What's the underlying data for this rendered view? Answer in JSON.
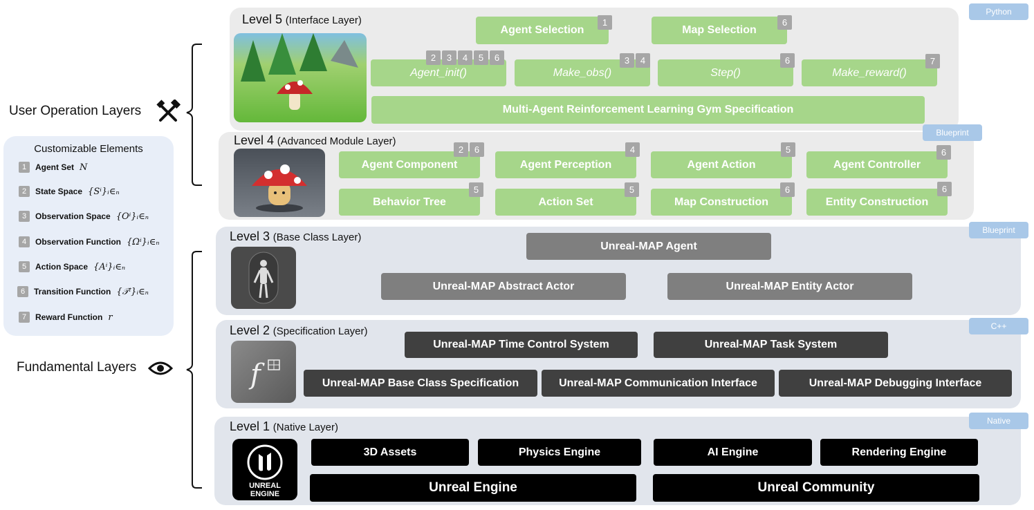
{
  "side": {
    "user_layers": "User Operation Layers",
    "fundamental_layers": "Fundamental Layers"
  },
  "legend": {
    "title": "Customizable Elements",
    "items": [
      {
        "num": "1",
        "label": "Agent Set",
        "sym": "N"
      },
      {
        "num": "2",
        "label": "State Space",
        "sym": "{Sⁱ}ᵢ∈ₙ"
      },
      {
        "num": "3",
        "label": "Observation Space",
        "sym": "{Oⁱ}ᵢ∈ₙ"
      },
      {
        "num": "4",
        "label": "Observation Function",
        "sym": "{Ωⁱ}ᵢ∈ₙ"
      },
      {
        "num": "5",
        "label": "Action Space",
        "sym": "{Aⁱ}ᵢ∈ₙ"
      },
      {
        "num": "6",
        "label": "Transition Function",
        "sym": "{𝒯ⁱ}ᵢ∈ₙ"
      },
      {
        "num": "7",
        "label": "Reward Function",
        "sym": "r"
      }
    ]
  },
  "level5": {
    "level": "Level 5",
    "name": "(Interface Layer)",
    "tag": "Python",
    "agent_selection": "Agent Selection",
    "agent_selection_badges": [
      "1"
    ],
    "map_selection": "Map Selection",
    "map_selection_badges": [
      "6"
    ],
    "agent_init": "Agent_init()",
    "agent_init_badges": [
      "2",
      "3",
      "4",
      "5",
      "6"
    ],
    "make_obs": "Make_obs()",
    "make_obs_badges": [
      "3",
      "4"
    ],
    "step": "Step()",
    "step_badges": [
      "6"
    ],
    "make_reward": "Make_reward()",
    "make_reward_badges": [
      "7"
    ],
    "gym": "Multi-Agent Reinforcement Learning Gym Specification"
  },
  "level4": {
    "level": "Level 4",
    "name": "(Advanced Module Layer)",
    "tag": "Blueprint",
    "agent_component": "Agent Component",
    "agent_component_badges": [
      "2",
      "6"
    ],
    "agent_perception": "Agent Perception",
    "agent_perception_badges": [
      "4"
    ],
    "agent_action": "Agent Action",
    "agent_action_badges": [
      "5"
    ],
    "agent_controller": "Agent Controller",
    "agent_controller_badges": [
      "6"
    ],
    "behavior_tree": "Behavior Tree",
    "behavior_tree_badges": [
      "5"
    ],
    "action_set": "Action Set",
    "action_set_badges": [
      "5"
    ],
    "map_construction": "Map Construction",
    "map_construction_badges": [
      "6"
    ],
    "entity_construction": "Entity Construction",
    "entity_construction_badges": [
      "6"
    ]
  },
  "level3": {
    "level": "Level 3",
    "name": "(Base Class Layer)",
    "tag": "Blueprint",
    "agent": "Unreal-MAP Agent",
    "abstract_actor": "Unreal-MAP Abstract Actor",
    "entity_actor": "Unreal-MAP Entity Actor"
  },
  "level2": {
    "level": "Level 2",
    "name": "(Specification Layer)",
    "tag": "C++",
    "time_control": "Unreal-MAP Time Control System",
    "task_system": "Unreal-MAP Task System",
    "base_class_spec": "Unreal-MAP Base Class Specification",
    "communication": "Unreal-MAP Communication Interface",
    "debugging": "Unreal-MAP Debugging Interface"
  },
  "level1": {
    "level": "Level 1",
    "name": "(Native Layer)",
    "tag": "Native",
    "assets": "3D Assets",
    "physics": "Physics Engine",
    "ai": "AI Engine",
    "rendering": "Rendering Engine",
    "unreal_engine": "Unreal Engine",
    "unreal_community": "Unreal Community",
    "logo_text": "UNREAL ENGINE"
  },
  "colors": {
    "green": "#a6d68a",
    "gray_l3": "#7f7f7f",
    "dark_l2": "#404040",
    "black_l1": "#000000",
    "tag_blue": "#a9c8e8",
    "badge": "#a6a6a6"
  }
}
